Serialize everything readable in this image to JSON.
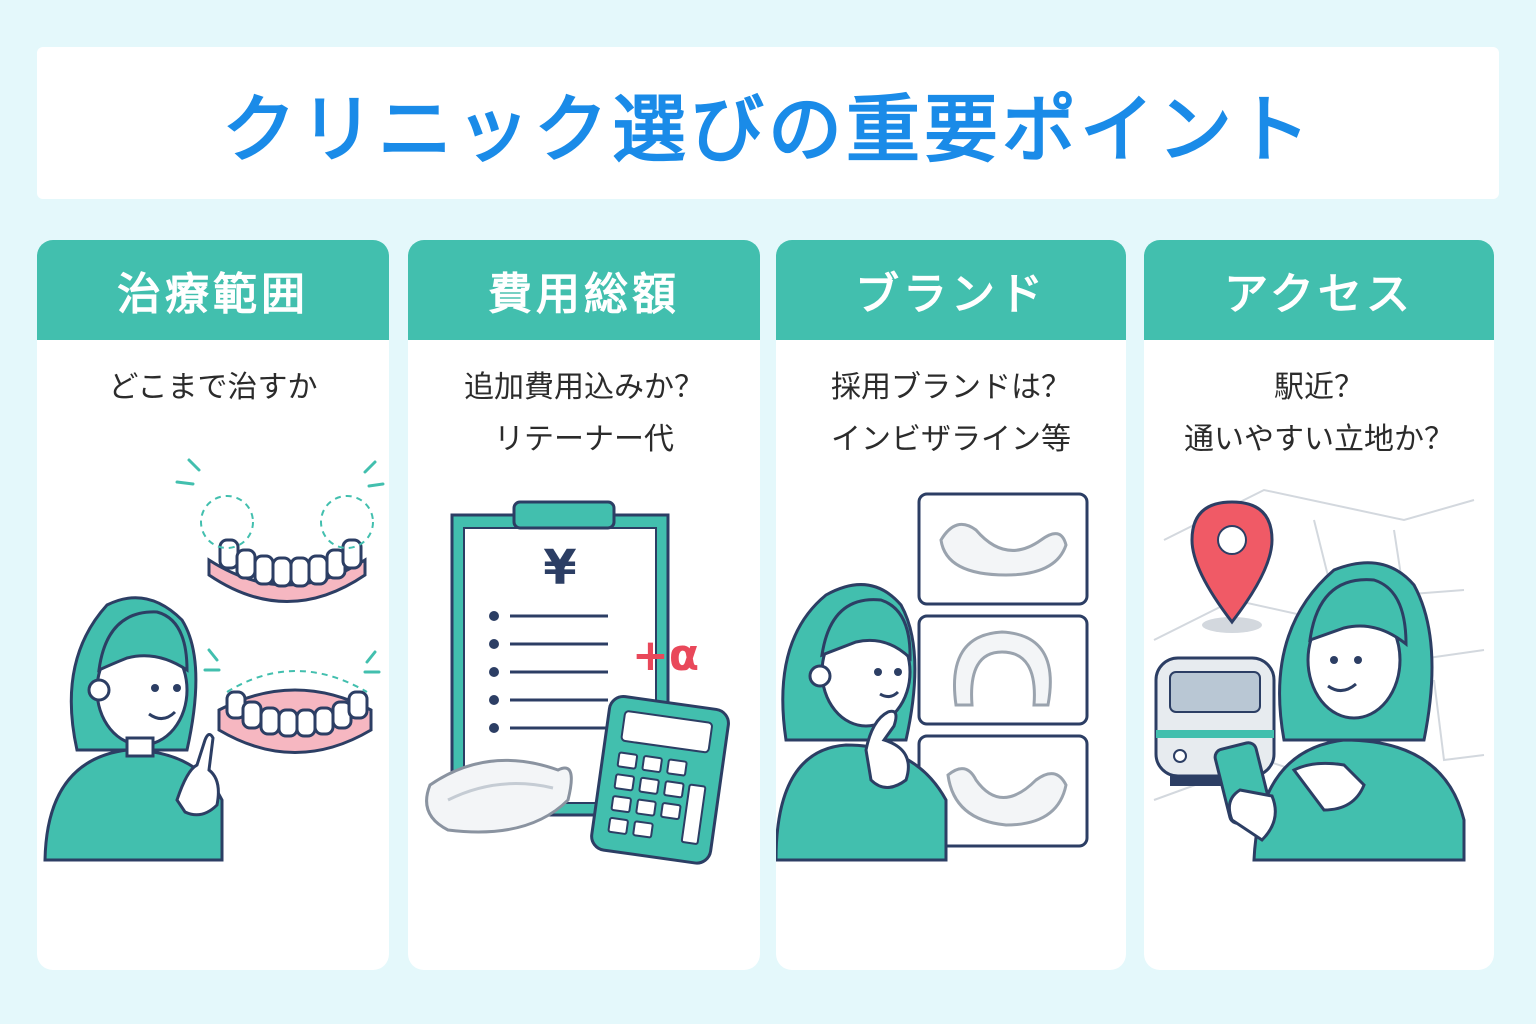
{
  "title": "クリニック選びの重要ポイント",
  "colors": {
    "title": "#1a8be8",
    "header": "#42bfae",
    "background": "#e4f8fb",
    "accent_red": "#e9485a",
    "pin": "#f05a66"
  },
  "cards": [
    {
      "heading": "治療範囲",
      "lines": [
        "どこまで治すか"
      ],
      "icons": [
        "woman-pointing",
        "teeth-arch-icon",
        "teeth-arch-icon"
      ]
    },
    {
      "heading": "費用総額",
      "lines": [
        "追加費用込みか？",
        "リテーナー代"
      ],
      "icons": [
        "clipboard-icon",
        "calculator-icon",
        "aligner-icon"
      ],
      "yen_symbol": "¥",
      "plus_alpha": "+α"
    },
    {
      "heading": "ブランド",
      "lines": [
        "採用ブランドは？",
        "インビザライン等"
      ],
      "icons": [
        "woman-thinking",
        "aligner-icon",
        "aligner-icon",
        "aligner-icon"
      ]
    },
    {
      "heading": "アクセス",
      "lines": [
        "駅近？",
        "通いやすい立地か？"
      ],
      "icons": [
        "map-pin-icon",
        "train-icon",
        "woman-with-phone"
      ]
    }
  ]
}
